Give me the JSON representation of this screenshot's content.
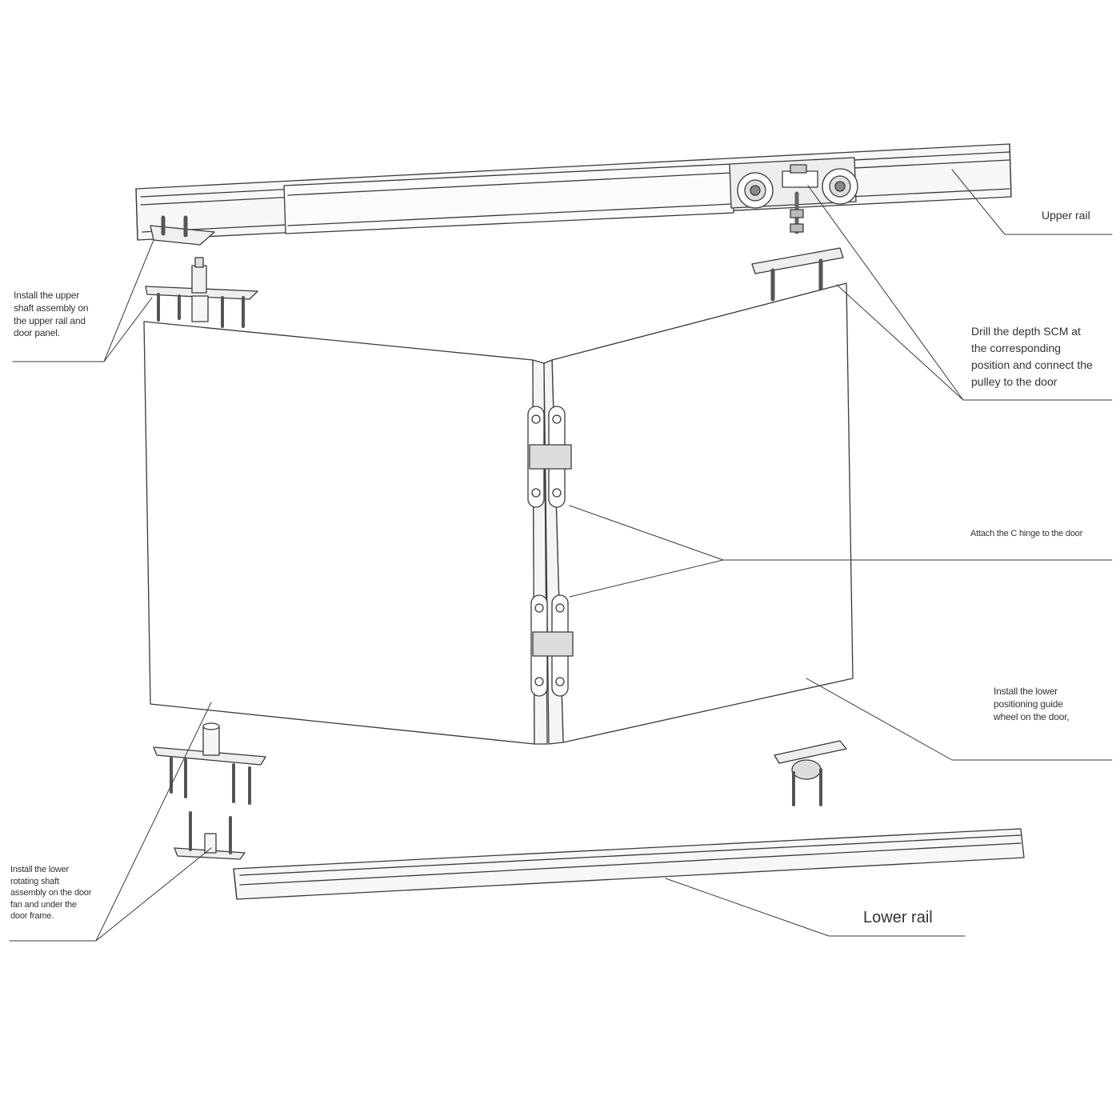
{
  "labels": {
    "upper_rail": "Upper rail",
    "upper_shaft": [
      "Install the upper",
      "shaft assembly on",
      "the upper rail and",
      "door panel."
    ],
    "pulley": [
      "Drill the depth SCM at",
      "the corresponding",
      "position and connect the",
      "pulley to the door"
    ],
    "c_hinge": "Attach the C hinge to the door",
    "lower_guide": [
      "Install the lower",
      "positioning guide",
      "wheel on the door,"
    ],
    "lower_shaft": [
      "Install the lower",
      "rotating shaft",
      "assembly on the door",
      "fan and under the",
      "door frame."
    ],
    "lower_rail": "Lower rail"
  },
  "colors": {
    "line": "#3a3a3a",
    "panel": "#ffffff",
    "metal": "#f2f2f2",
    "dark": "#555555"
  }
}
